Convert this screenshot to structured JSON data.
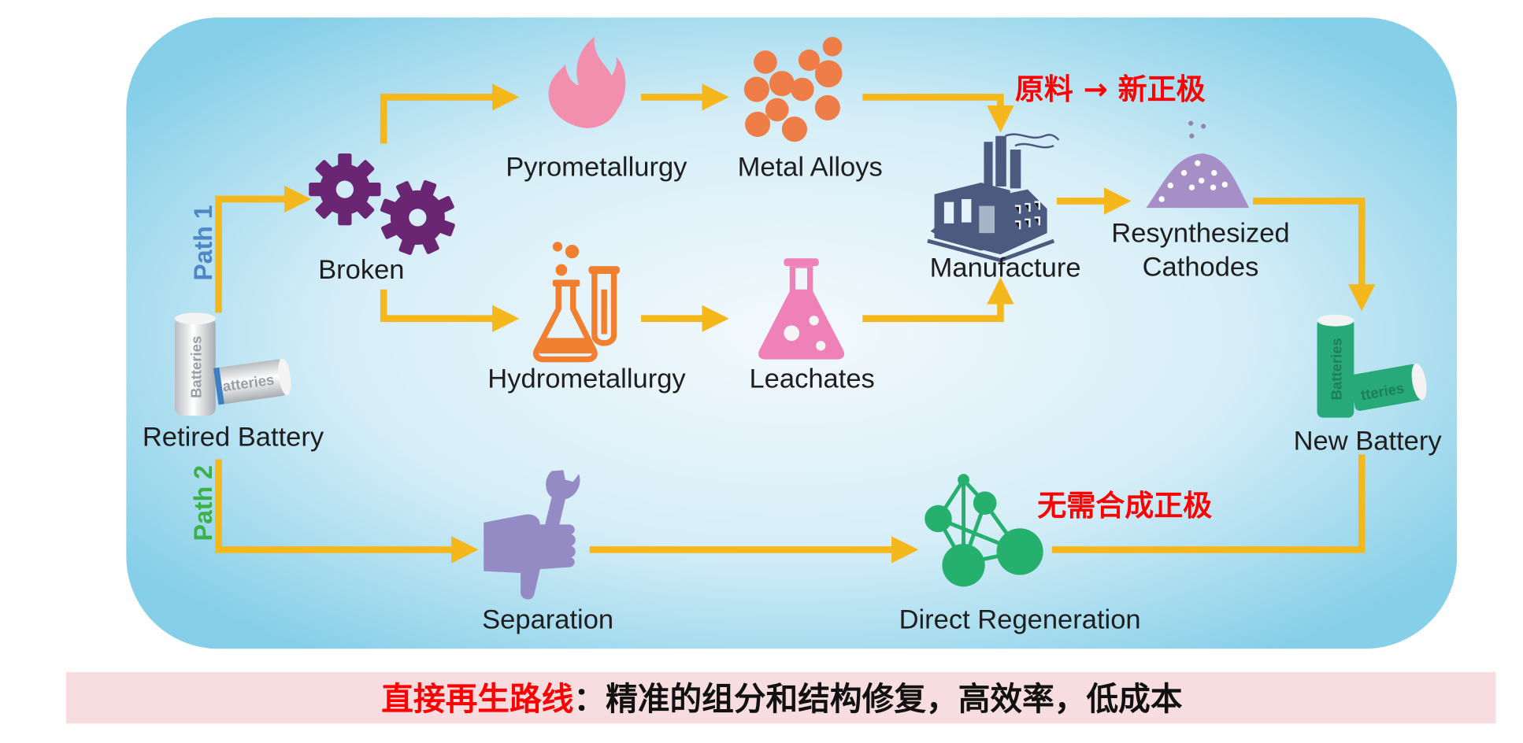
{
  "colors": {
    "arrow": "#f5b81c",
    "path1": "#4f86c6",
    "path2": "#3cb04a",
    "highlight_red": "#ff0000",
    "banner_bg": "#f8dde0",
    "gear": "#6a2673",
    "flame": "#f28faf",
    "alloy": "#ee7d48",
    "hydro": "#f07f30",
    "leachate": "#ee82b8",
    "factory": "#4c5a80",
    "cathode_powder": "#a58fc6",
    "separation_hand": "#948ac4",
    "molecule": "#25b06e",
    "new_battery": "#27a97a"
  },
  "paths": {
    "path1": "Path 1",
    "path2": "Path 2"
  },
  "nodes": {
    "retired_battery": {
      "label": "Retired Battery",
      "icon": "batteries-icon",
      "can_text": "Batteries",
      "can_text_2": "atteries"
    },
    "broken": {
      "label": "Broken",
      "icon": "gears-icon"
    },
    "pyrometallurgy": {
      "label": "Pyrometallurgy",
      "icon": "flame-icon"
    },
    "metal_alloys": {
      "label": "Metal Alloys",
      "icon": "alloy-pellets-icon"
    },
    "hydrometallurgy": {
      "label": "Hydrometallurgy",
      "icon": "lab-flask-tube-icon"
    },
    "leachates": {
      "label": "Leachates",
      "icon": "erlenmeyer-flask-icon"
    },
    "manufacture": {
      "label": "Manufacture",
      "icon": "factory-icon"
    },
    "resynthesized_cathodes": {
      "label_line1": "Resynthesized",
      "label_line2": "Cathodes",
      "icon": "powder-pile-icon"
    },
    "new_battery": {
      "label": "New Battery",
      "icon": "batteries-icon",
      "can_text": "Batteries",
      "can_text_2": "tteries"
    },
    "separation": {
      "label": "Separation",
      "icon": "hand-wrench-icon"
    },
    "direct_regeneration": {
      "label": "Direct Regeneration",
      "icon": "molecule-icon"
    }
  },
  "annotations": {
    "raw_to_cathode": "原料 → 新正极",
    "no_synthesis": "无需合成正极"
  },
  "banner": {
    "highlight": "直接再生路线",
    "rest": "：精准的组分和结构修复，高效率，低成本"
  }
}
